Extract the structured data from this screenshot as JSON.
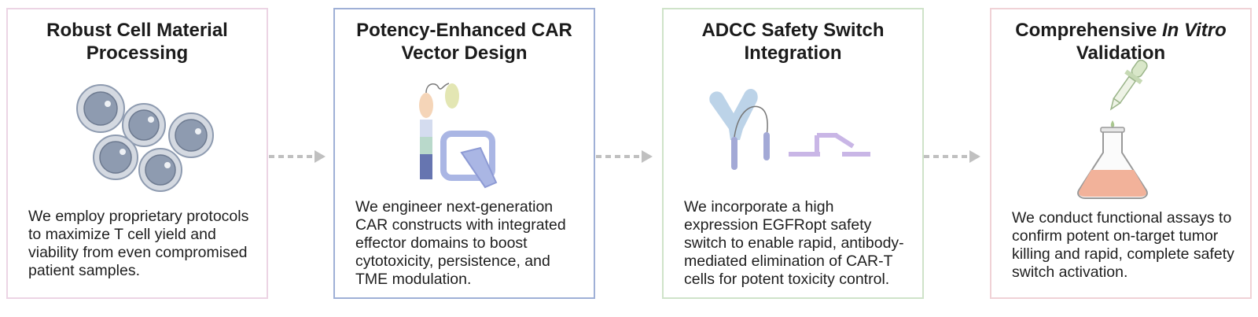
{
  "steps": [
    {
      "title": "Robust Cell Material Processing",
      "description": "We employ proprietary protocols to maximize T cell yield and viability from even compromised patient samples.",
      "icon": "t-cells-icon",
      "border_color": "#ecd4e4"
    },
    {
      "title": "Potency-Enhanced CAR Vector Design",
      "description": "We engineer next-generation CAR constructs with integrated effector domains to boost cytotoxicity, persistence, and TME modulation.",
      "icon": "car-construct-icon",
      "border_color": "#9fb0d6"
    },
    {
      "title": "ADCC Safety Switch Integration",
      "description": "We incorporate a high expression EGFRopt safety switch to enable rapid, antibody-mediated elimination of CAR-T cells for potent toxicity control.",
      "icon": "safety-switch-icon",
      "border_color": "#cfe3c9"
    },
    {
      "title_prefix": "Comprehensive ",
      "title_italic": "In Vitro",
      "title_suffix": " Validation",
      "description": "We conduct functional assays to confirm potent on-target tumor killing and rapid, complete safety switch activation.",
      "icon": "flask-dropper-icon",
      "border_color": "#f0d2d6"
    }
  ],
  "colors": {
    "arrow": "#c0c0c0",
    "cell_fill": "#8e9bb0",
    "cell_ring": "#d4d9e1",
    "switch_purple": "#c9b6e6",
    "flask_liquid": "#f2b29a"
  }
}
